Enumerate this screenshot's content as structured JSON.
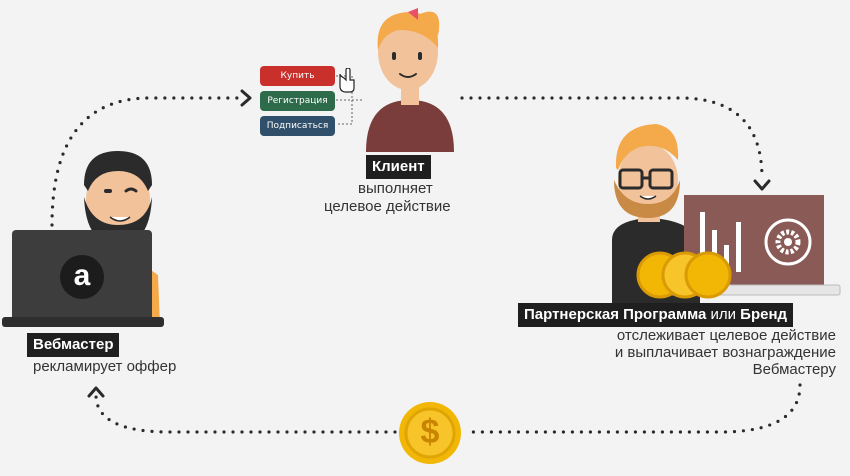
{
  "webmaster": {
    "title": "Вебмастер",
    "caption": "рекламирует оффер",
    "laptop_logo": "a"
  },
  "client": {
    "title": "Клиент",
    "caption_line1": "выполняет",
    "caption_line2": "целевое действие",
    "buttons": [
      {
        "label": "Купить",
        "color": "#c9302c"
      },
      {
        "label": "Регистрация",
        "color": "#2e6b4a"
      },
      {
        "label": "Подписаться",
        "color": "#2f4f6a"
      }
    ]
  },
  "partner": {
    "title_part1": "Партнерская Программа",
    "title_connector": "или",
    "title_part2": "Бренд",
    "caption_line1": "отслеживает целевое действие",
    "caption_line2": "и выплачивает вознаграждение",
    "caption_line3": "Вебмастеру"
  },
  "coin_symbol": "$",
  "colors": {
    "background": "#f3f3f4",
    "label_bg": "#1f1f1f",
    "coin": "#f2b705",
    "monitor": "#8a5a57",
    "dots": "#2a2a2a"
  }
}
